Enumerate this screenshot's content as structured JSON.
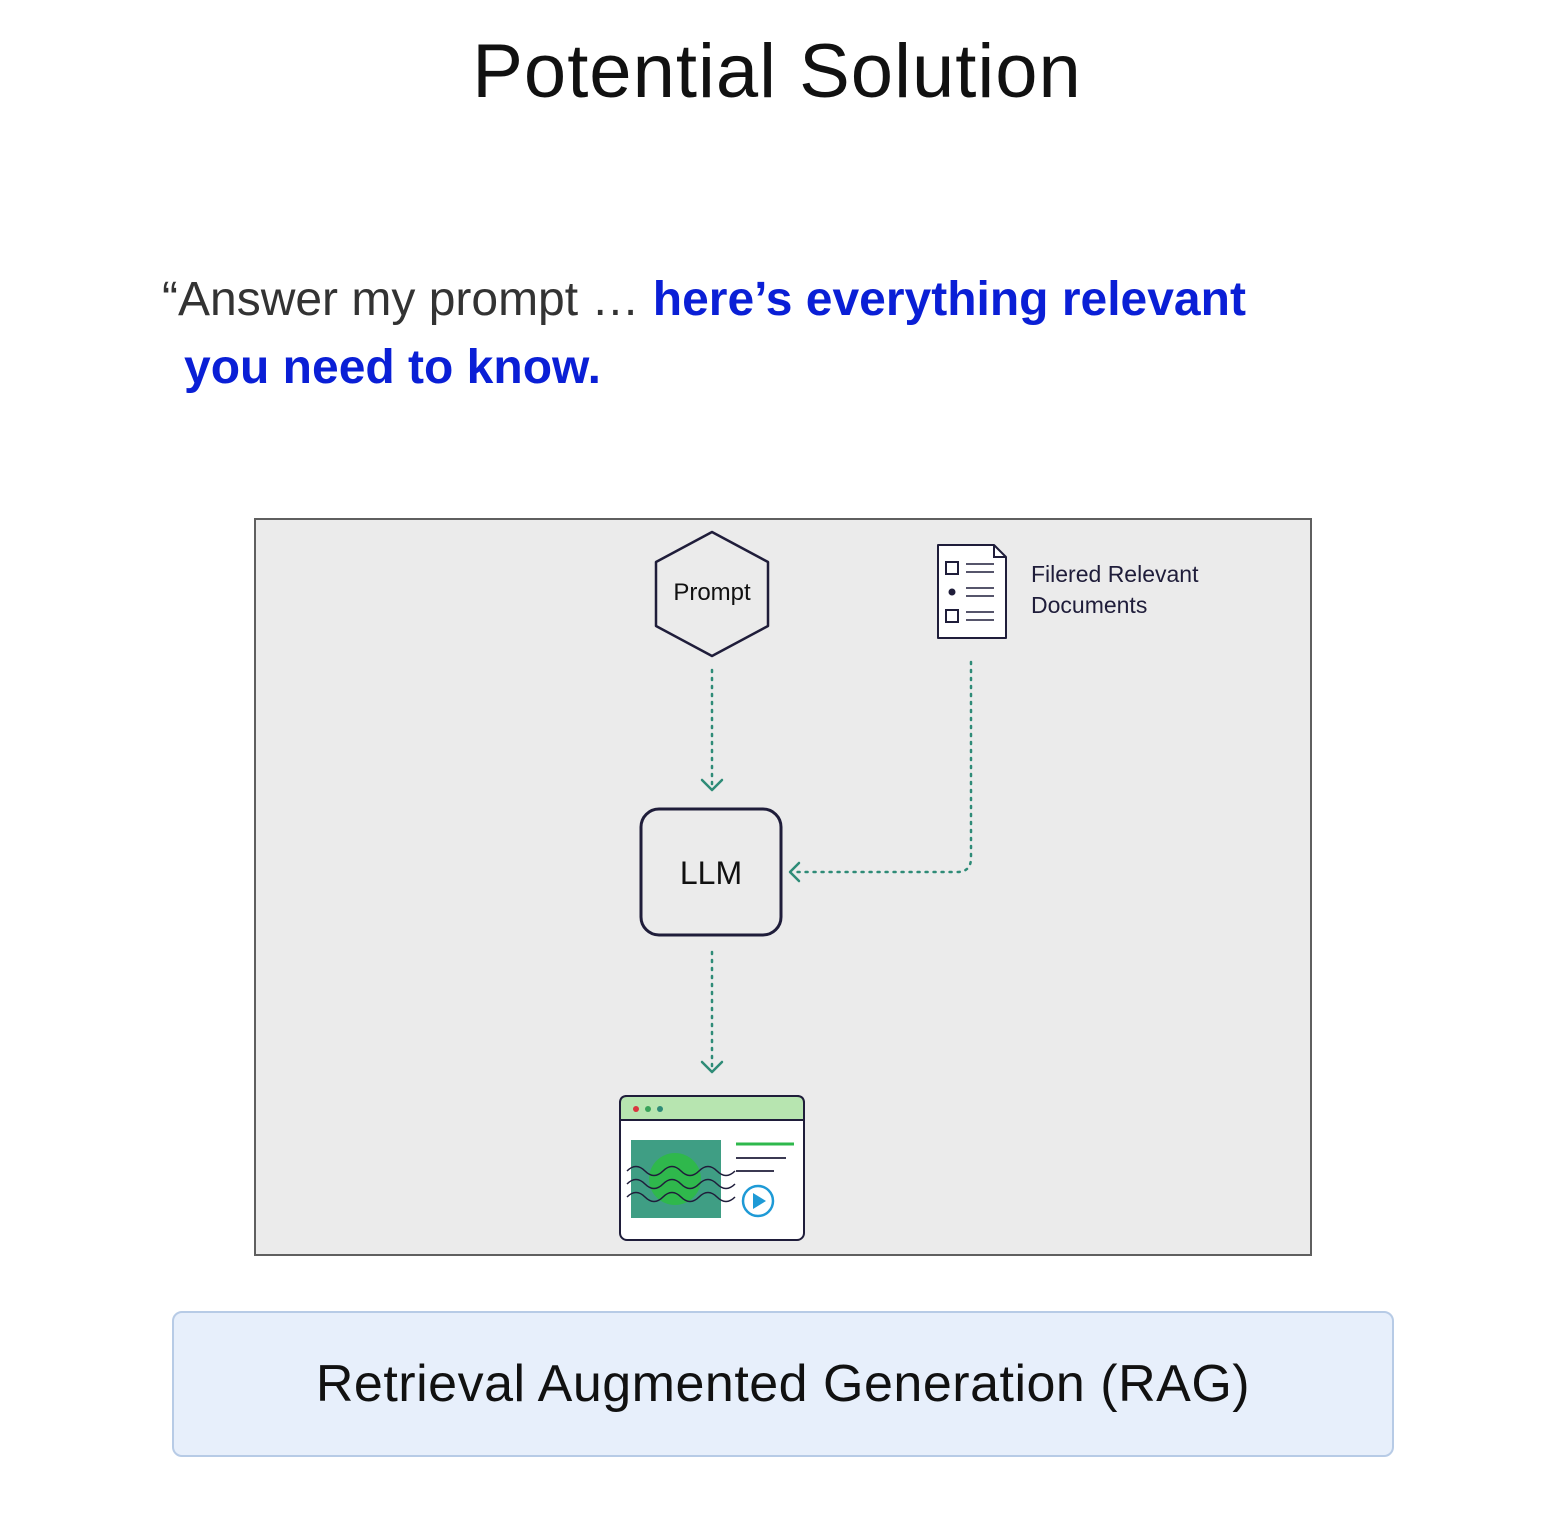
{
  "slide": {
    "title": "Potential Solution",
    "quote_plain": "“Answer my prompt …",
    "quote_highlight_line1": "here’s everything relevant",
    "quote_highlight_line2": "you need to know.",
    "footer_label": "Retrieval Augmented Generation (RAG)"
  },
  "diagram": {
    "prompt_label": "Prompt",
    "llm_label": "LLM",
    "documents_label_line1": "Filered Relevant",
    "documents_label_line2": "Documents"
  },
  "colors": {
    "highlight_text": "#0a1fd6",
    "arrow": "#2e8b77",
    "node_border": "#1f1d3a",
    "diagram_background": "#ebebeb",
    "footer_background": "#e7effb",
    "output_header": "#b7e5b0",
    "output_image": "#3f9e84",
    "output_sun": "#2fb84c",
    "play_button": "#1e9ad6"
  },
  "icons": [
    "hexagon-node",
    "document-list-icon",
    "browser-output-icon",
    "play-icon"
  ]
}
